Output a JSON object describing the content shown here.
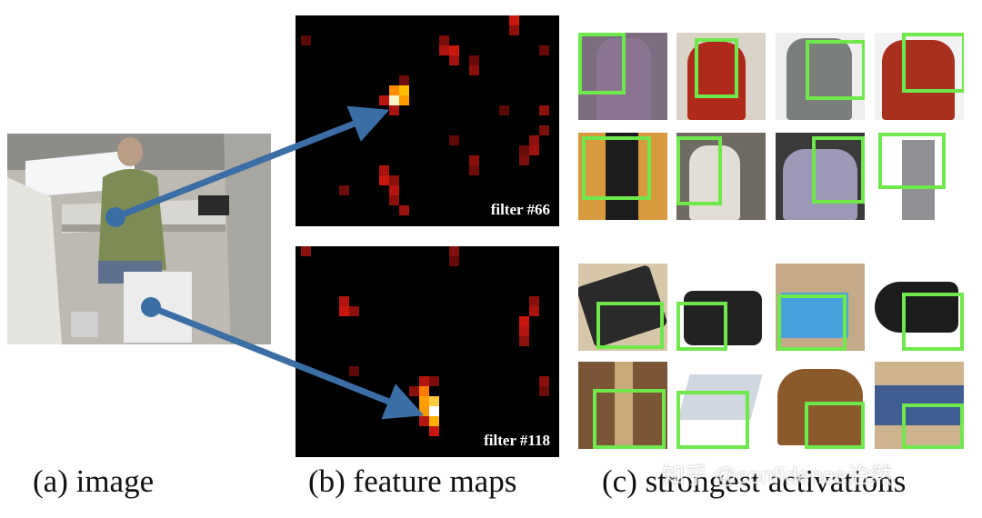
{
  "captions": {
    "a": "(a) image",
    "b": "(b) feature maps",
    "c": "(c) strongest activations"
  },
  "filters": {
    "top": "filter #66",
    "bottom": "filter #118"
  },
  "watermark": "知乎 @confidence泊然",
  "colors": {
    "arrow": "#3a6ea5",
    "box": "#6ee84b",
    "hot": "#ffffff"
  }
}
